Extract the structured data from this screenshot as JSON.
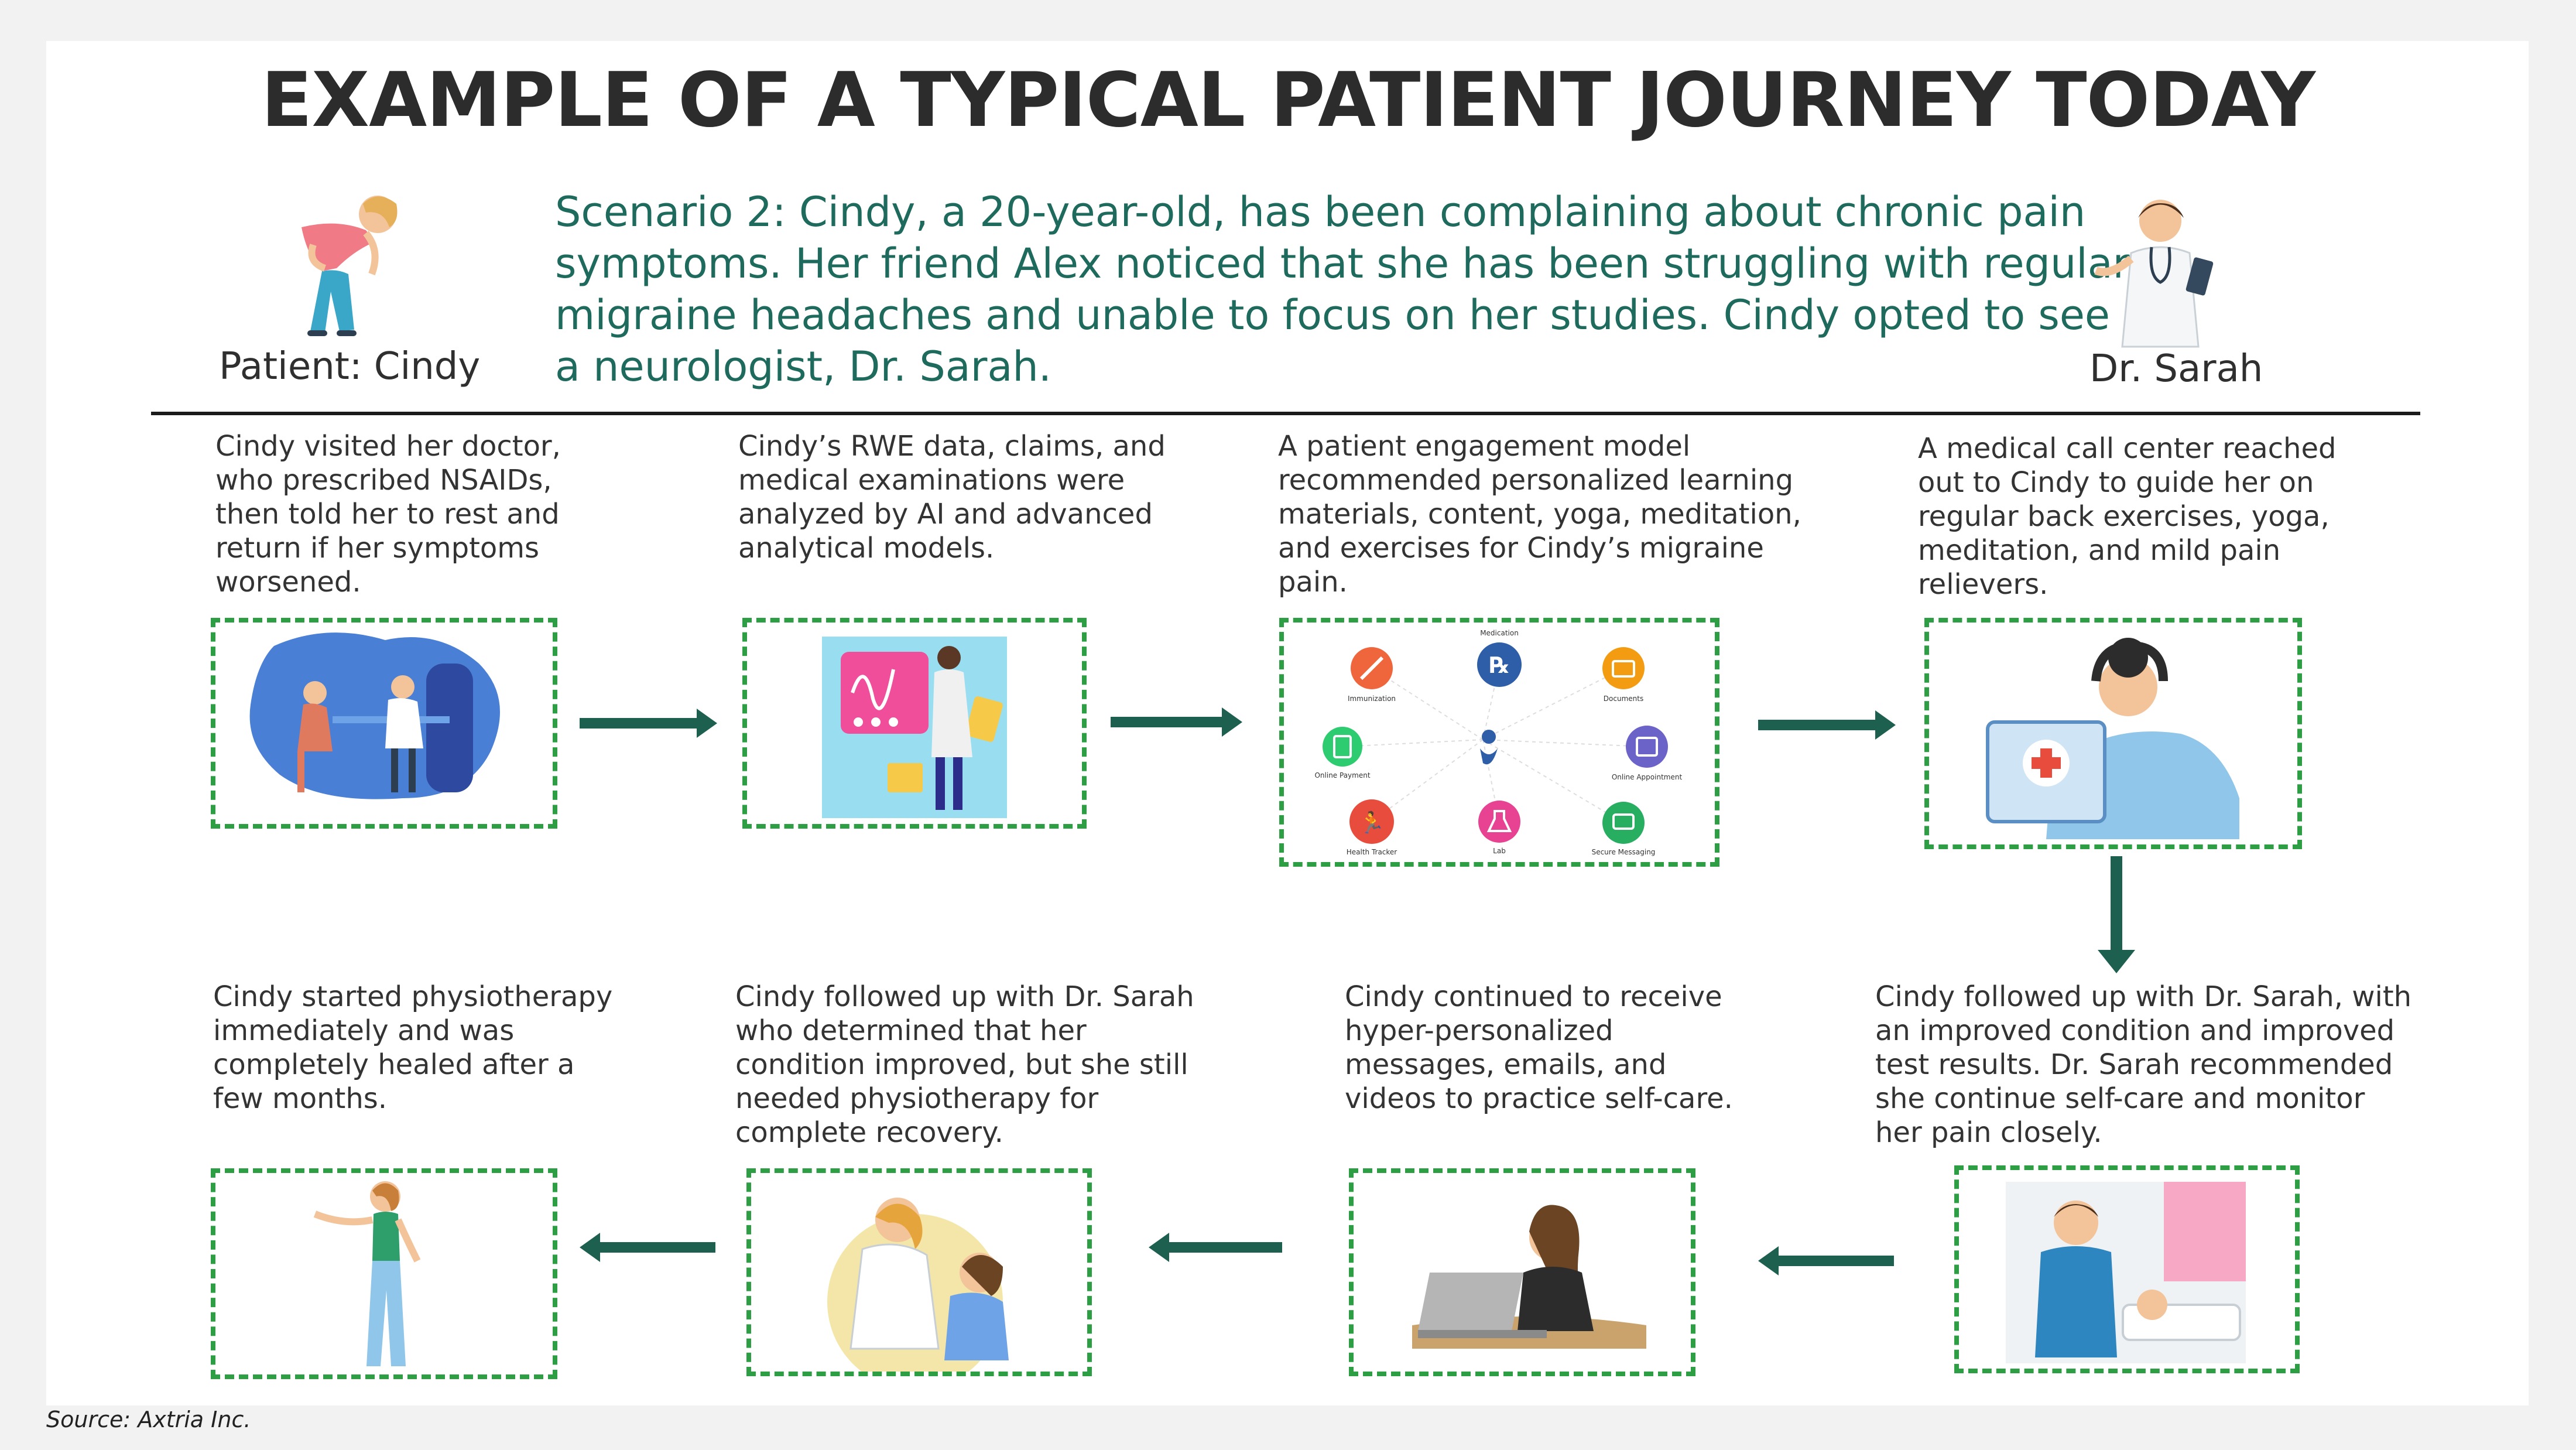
{
  "title": "EXAMPLE OF A TYPICAL PATIENT JOURNEY TODAY",
  "scenario": "Scenario 2: Cindy, a 20-year-old, has been complaining about chronic pain symptoms. Her friend Alex noticed that she has been struggling with regular migraine headaches and unable to focus on her studies. Cindy opted to see a neurologist, Dr. Sarah.",
  "patient_label": "Patient: Cindy",
  "doctor_label": "Dr. Sarah",
  "steps": [
    {
      "text": "Cindy visited her doctor, who prescribed NSAIDs, then told her to rest and return if her symptoms worsened."
    },
    {
      "text": "Cindy’s RWE data, claims, and medical examinations were analyzed by AI and advanced analytical models."
    },
    {
      "text": "A patient engagement model recommended personalized learning materials, content, yoga, meditation, and exercises for Cindy’s migraine pain."
    },
    {
      "text": "A medical call center reached out to Cindy to guide her on regular back exercises, yoga, meditation, and mild pain relievers."
    },
    {
      "text": "Cindy followed up with Dr. Sarah, with an improved condition and improved test results. Dr. Sarah recommended she continue self-care and monitor her pain closely."
    },
    {
      "text": "Cindy continued to receive hyper-personalized messages, emails, and videos to practice self-care."
    },
    {
      "text": "Cindy followed up with Dr. Sarah who determined that her condition improved, but she still needed physiotherapy for complete recovery."
    },
    {
      "text": "Cindy started physiotherapy immediately and was completely healed after a few months."
    }
  ],
  "engagement_icons": [
    {
      "label": "Medication",
      "color": "#2f5ea8",
      "icon": "rx-icon"
    },
    {
      "label": "Documents",
      "color": "#f39c12",
      "icon": "folder-icon"
    },
    {
      "label": "Online Appointment",
      "color": "#6c63c9",
      "icon": "calendar-icon"
    },
    {
      "label": "Secure Messaging",
      "color": "#27ae60",
      "icon": "message-icon"
    },
    {
      "label": "Lab",
      "color": "#e84393",
      "icon": "flask-icon"
    },
    {
      "label": "Health Tracker",
      "color": "#e74c3c",
      "icon": "runner-icon"
    },
    {
      "label": "Online Payment",
      "color": "#2ecc71",
      "icon": "receipt-icon"
    },
    {
      "label": "Immunization",
      "color": "#f0663c",
      "icon": "syringe-icon"
    }
  ],
  "colors": {
    "accent": "#1e6a5d",
    "frame": "#2e9e45",
    "arrow": "#1e6050"
  },
  "source": "Source: Axtria Inc."
}
